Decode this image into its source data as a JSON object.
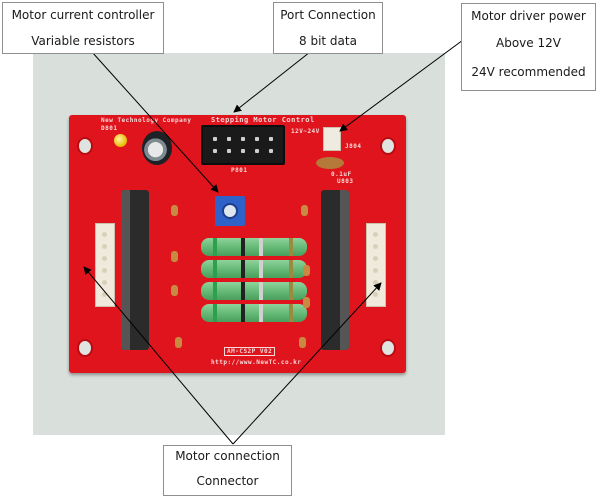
{
  "figure": {
    "title": "Stepping motor controller board annotated photo",
    "callouts": {
      "current_controller": {
        "line1": "Motor current controller",
        "line2": "Variable resistors"
      },
      "port_connection": {
        "line1": "Port Connection",
        "line2": "8 bit data"
      },
      "driver_power": {
        "line1": "Motor driver power",
        "line2": "Above 12V",
        "line3": "24V recommended"
      },
      "motor_connection": {
        "line1": "Motor connection",
        "line2": "Connector"
      }
    }
  },
  "board_silkscreen": {
    "company": "New Technology Company",
    "board_title": "Stepping Motor Control",
    "model": "AM-CS2P V02",
    "url": "http://www.NewTC.co.kr",
    "power_label": "12V~24V",
    "power_connector_ref": "J804",
    "cap_value": "0.1uF",
    "led_ref": "D801",
    "header_ref": "P801",
    "driver_ref": "U803"
  },
  "colors": {
    "board": "#e0141c",
    "background": "#d9dfdb",
    "potentiometer": "#2f62c9",
    "resistor": "#5fb571"
  }
}
